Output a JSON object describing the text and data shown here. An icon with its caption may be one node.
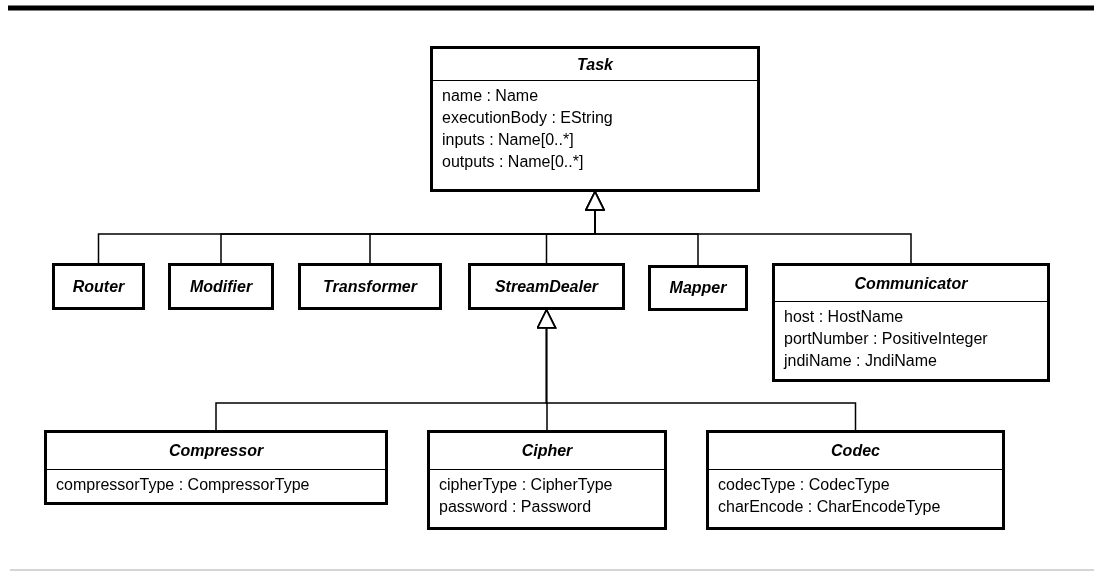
{
  "diagram": {
    "nodes": [
      {
        "text": [
          "Task",
          "name : Name",
          "executionBody : EString",
          "inputs : Name[0..*]",
          "outputs : Name[0..*]"
        ]
      },
      {
        "text": [
          "Router"
        ]
      },
      {
        "text": [
          "Modifier"
        ]
      },
      {
        "text": [
          "Transformer"
        ]
      },
      {
        "text": [
          "StreamDealer"
        ]
      },
      {
        "text": [
          "Mapper"
        ]
      },
      {
        "text": [
          "Communicator",
          "host : HostName",
          "portNumber : PositiveInteger",
          "jndiName : JndiName"
        ]
      },
      {
        "text": [
          "Compressor",
          "compressorType : CompressorType"
        ]
      },
      {
        "text": [
          "Cipher",
          "cipherType : CipherType",
          "password : Password"
        ]
      },
      {
        "text": [
          "Codec",
          "codecType : CodecType",
          "charEncode : CharEncodeType"
        ]
      }
    ],
    "edges": [
      {
        "from": 1,
        "to": 0,
        "arrow": "to"
      },
      {
        "from": 2,
        "to": 0,
        "arrow": "to"
      },
      {
        "from": 3,
        "to": 0,
        "arrow": "to"
      },
      {
        "from": 4,
        "to": 0,
        "arrow": "to"
      },
      {
        "from": 5,
        "to": 0,
        "arrow": "to"
      },
      {
        "from": 6,
        "to": 0,
        "arrow": "to"
      },
      {
        "from": 7,
        "to": 4,
        "arrow": "to"
      },
      {
        "from": 8,
        "to": 4,
        "arrow": "to"
      },
      {
        "from": 9,
        "to": 4,
        "arrow": "to"
      }
    ]
  }
}
